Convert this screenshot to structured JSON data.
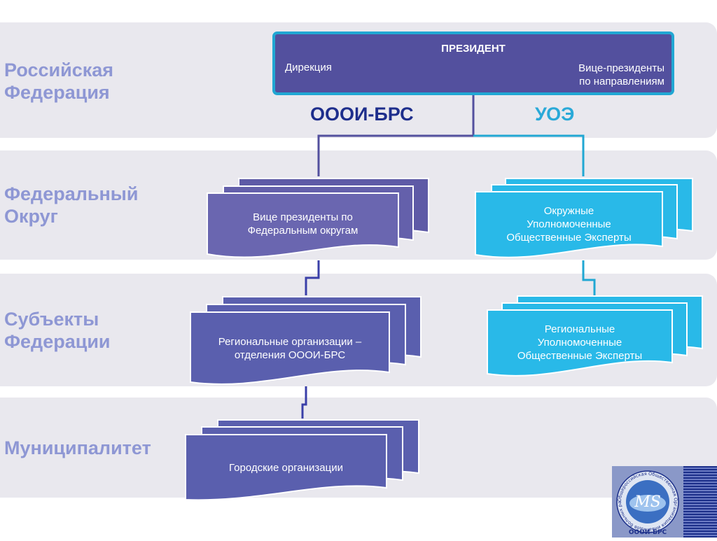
{
  "levels": {
    "federation": "Российская\nФедерация",
    "district": "Федеральный\nОкруг",
    "subjects": "Субъекты\nФедерации",
    "municipality": "Муниципалитет"
  },
  "president": {
    "title": "ПРЕЗИДЕНТ",
    "left": "Дирекция",
    "right": "Вице-президенты\nпо направлениям"
  },
  "orgs": {
    "left": "ОООИ-БРС",
    "right": "УОЭ"
  },
  "cards": {
    "vp_districts": "Вице президенты по\nФедеральным округам",
    "district_experts": "Окружные\nУполномоченные\nОбщественные Эксперты",
    "regional_orgs": "Региональные организации –\nотделения ОООИ-БРС",
    "regional_experts": "Региональные\nУполномоченные\nОбщественные Эксперты",
    "city_orgs": "Городские организации"
  },
  "logo": {
    "monogram": "MS",
    "ring_text": "Общероссийская Общественная Организация инвалидов больных рассеянным склерозом",
    "caption": "ОООИ-БРС"
  },
  "colors": {
    "band": "#e9e8ee",
    "level_label": "#8e97d4",
    "purple_card": "#6a66b0",
    "blue_card": "#5a5fae",
    "cyan_card": "#29b9e8",
    "president_fill": "#53509e",
    "president_border": "#21a7d3",
    "org_left": "#1e2e8c",
    "org_right": "#2aa9d8"
  }
}
